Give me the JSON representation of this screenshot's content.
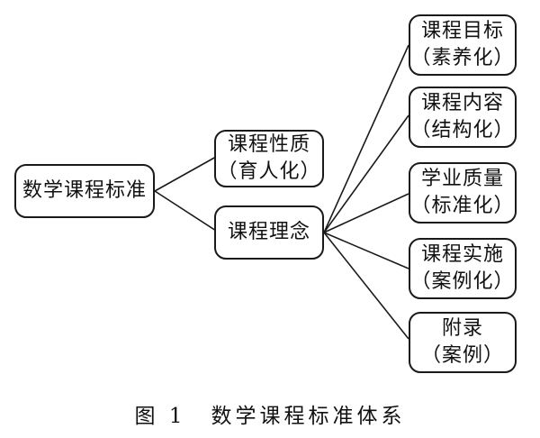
{
  "root": {
    "label": "数学课程标准"
  },
  "level1": [
    {
      "line1": "课程性质",
      "line2": "（育人化）"
    },
    {
      "line1": "课程理念",
      "line2": ""
    }
  ],
  "level2": [
    {
      "line1": "课程目标",
      "line2": "（素养化）"
    },
    {
      "line1": "课程内容",
      "line2": "（结构化）"
    },
    {
      "line1": "学业质量",
      "line2": "（标准化）"
    },
    {
      "line1": "课程实施",
      "line2": "（案例化）"
    },
    {
      "line1": "附录",
      "line2": "（案例）"
    }
  ],
  "caption": {
    "figure": "图 1",
    "title": "数学课程标准体系"
  }
}
